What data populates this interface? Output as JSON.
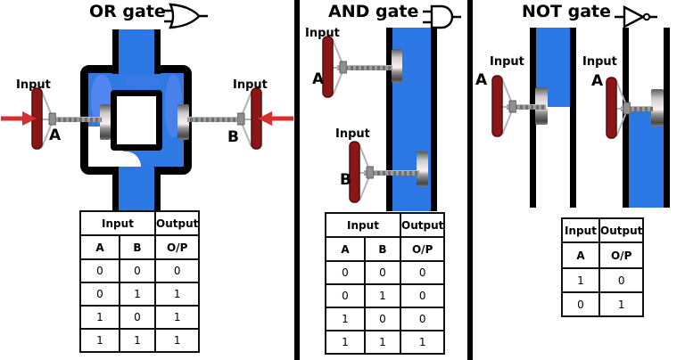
{
  "panels": {
    "or": {
      "title": "OR gate",
      "valve_a": {
        "input_label": "Input",
        "letter": "A"
      },
      "valve_b": {
        "input_label": "Input",
        "letter": "B"
      },
      "table": {
        "input_header": "Input",
        "output_header": "Output",
        "col_a": "A",
        "col_b": "B",
        "col_output": "O/P",
        "rows": [
          [
            "0",
            "0",
            "0"
          ],
          [
            "0",
            "1",
            "1"
          ],
          [
            "1",
            "0",
            "1"
          ],
          [
            "1",
            "1",
            "1"
          ]
        ]
      }
    },
    "and": {
      "title": "AND gate",
      "valve_a": {
        "input_label": "Input",
        "letter": "A"
      },
      "valve_b": {
        "input_label": "Input",
        "letter": "B"
      },
      "table": {
        "input_header": "Input",
        "output_header": "Output",
        "col_a": "A",
        "col_b": "B",
        "col_output": "O/P",
        "rows": [
          [
            "0",
            "0",
            "0"
          ],
          [
            "0",
            "1",
            "0"
          ],
          [
            "1",
            "0",
            "0"
          ],
          [
            "1",
            "1",
            "1"
          ]
        ]
      }
    },
    "not": {
      "title": "NOT gate",
      "valve_closed": {
        "input_label": "Input",
        "letter": "A"
      },
      "valve_open": {
        "input_label": "Input",
        "letter": "A"
      },
      "table": {
        "input_header": "Input",
        "output_header": "Output",
        "col_a": "A",
        "col_output": "O/P",
        "rows": [
          [
            "1",
            "0"
          ],
          [
            "0",
            "1"
          ]
        ]
      }
    }
  },
  "icons": {
    "or_symbol": "or-gate-symbol-icon",
    "and_symbol": "and-gate-symbol-icon",
    "not_symbol": "not-gate-symbol-icon",
    "valve": "valve-handle-icon",
    "flow_arrow": "flow-arrow-icon"
  },
  "colors": {
    "water_blue": "#2b78e4",
    "water_highlight": "#5688ee",
    "valve_red": "#8c1515",
    "arrow_red": "#d62f2f",
    "outline_black": "#000000"
  }
}
